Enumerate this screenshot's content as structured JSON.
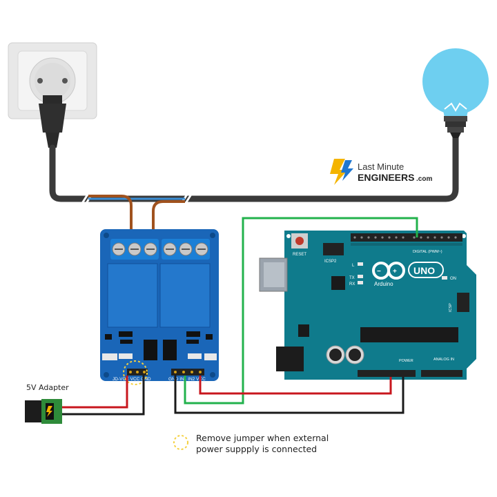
{
  "logo": {
    "line1": "Last Minute",
    "line2": "ENGINEERS",
    "suffix": ".com"
  },
  "arduino": {
    "reset_label": "RESET",
    "icsp2_label": "ICSP2",
    "icsp_label": "ICSP",
    "digital_label": "DIGITAL (PWM~)",
    "power_label": "POWER",
    "analog_label": "ANALOG IN",
    "l_label": "L",
    "tx_label": "TX",
    "rx_label": "RX",
    "on_label": "ON",
    "brand_label": "Arduino",
    "uno_label": "UNO"
  },
  "relay": {
    "pins_left": "JD-VCC VCC GND",
    "pins_right": "GND IN1 IN2 VCC"
  },
  "adapter_label": "5V Adapter",
  "note": {
    "line1": "Remove jumper when external",
    "line2": "power suppply is connected"
  },
  "colors": {
    "wire_red": "#c8161d",
    "wire_black": "#1a1a1a",
    "wire_green": "#22b24c",
    "mains_cable": "#3a3a3a",
    "mains_brown": "#a0521e",
    "mains_blue": "#3b8fd6",
    "relay_board": "#1a66b8",
    "arduino_board": "#0f7b8c",
    "bulb": "#6ecff0",
    "logo_accent": "#f4b400",
    "logo_blue": "#1f77d0"
  },
  "icons": [
    "wall-socket-icon",
    "plug-icon",
    "light-bulb-icon",
    "lightning-logo-icon",
    "infinity-logo-icon",
    "dc-jack-icon",
    "jumper-highlight-icon"
  ]
}
